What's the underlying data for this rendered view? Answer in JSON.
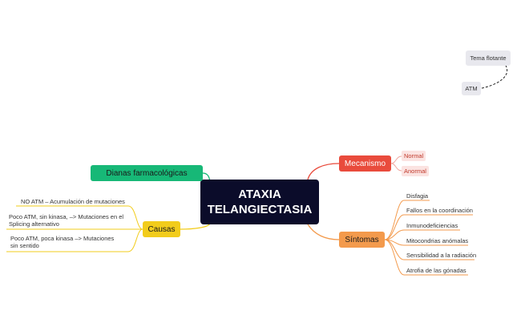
{
  "central": {
    "line1": "ATAXIA",
    "line2": "TELANGIECTASIA"
  },
  "branches": {
    "dianas": {
      "label": "Dianas farmacológicas"
    },
    "mecanismo": {
      "label": "Mecanismo",
      "children": [
        "Normal",
        "Anormal"
      ]
    },
    "causas": {
      "label": "Causas",
      "children": [
        "NO ATM – Acumulación de mutaciones",
        "Poco ATM, sin kinasa, –> Mutaciones en el Splicing alternativo",
        "Poco ATM, poca kinasa –> Mutaciones sin sentido"
      ]
    },
    "sintomas": {
      "label": "Síntomas",
      "children": [
        "Disfagia",
        "Fallos en la coordinación",
        "Inmunodeficiencias",
        "Mitocondrias anómalas",
        "Sensibilidad a la radiación",
        "Atrofia de las gónadas"
      ]
    }
  },
  "floating": {
    "topic": "Tema flotante",
    "atm": "ATM"
  },
  "colors": {
    "central": "#0b0c2a",
    "dianas": "#17b877",
    "mecanismo": "#e94b3c",
    "causas": "#f2cc1b",
    "sintomas": "#f39a4c",
    "tag_bg": "#fbe3e1",
    "floating_bg": "#e8e8ee"
  }
}
